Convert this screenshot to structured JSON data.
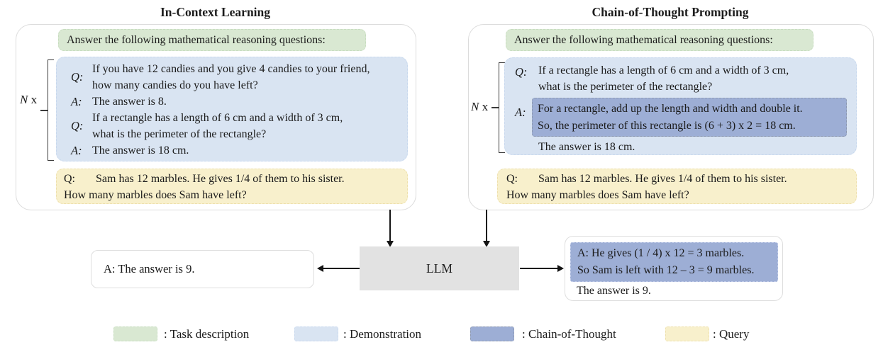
{
  "header": {
    "left_title": "In-Context Learning",
    "right_title": "Chain-of-Thought Prompting"
  },
  "colors": {
    "task_description": "#d9e8d2",
    "demonstration": "#d9e4f2",
    "chain_of_thought": "#9daed5",
    "query": "#f8f0cc",
    "llm_box": "#e2e2e2"
  },
  "left_panel": {
    "task_description": "Answer the following mathematical reasoning questions:",
    "repeat_label_n": "N",
    "repeat_label_x": "x",
    "demonstration": [
      {
        "label": "Q:",
        "line1": "If you have 12 candies and you give 4 candies to your friend,",
        "line2": "how many candies do you have left?"
      },
      {
        "label": "A:",
        "line1": "The answer is 8."
      },
      {
        "label": "Q:",
        "line1": "If a rectangle has a length of 6 cm and a width of 3 cm,",
        "line2": "what is the perimeter of the rectangle?"
      },
      {
        "label": "A:",
        "line1": "The answer is 18 cm."
      }
    ],
    "query": {
      "label": "Q:",
      "line1": "Sam has 12 marbles. He gives 1/4 of them to his sister.",
      "line2": "How many marbles does Sam have left?"
    }
  },
  "right_panel": {
    "task_description": "Answer the following mathematical reasoning questions:",
    "repeat_label_n": "N",
    "repeat_label_x": "x",
    "demonstration": {
      "q_label": "Q:",
      "q_line1": "If a rectangle has a length of 6 cm and a width of 3 cm,",
      "q_line2": "what is the perimeter of the rectangle?",
      "a_label": "A:",
      "cot_line1": "For a rectangle, add up the length and width and double it.",
      "cot_line2": "So, the perimeter of this rectangle is (6 + 3) x 2 = 18 cm.",
      "answer": "The answer is 18 cm."
    },
    "query": {
      "label": "Q:",
      "line1": "Sam has 12 marbles. He gives 1/4 of them to his sister.",
      "line2": "How many marbles does Sam have left?"
    }
  },
  "llm": {
    "label": "LLM"
  },
  "outputs": {
    "icl": {
      "text": "A: The answer is 9."
    },
    "cot": {
      "cot_line1": "A: He gives (1 / 4) x 12 = 3 marbles.",
      "cot_line2": "So Sam is left with 12 – 3 = 9 marbles.",
      "answer": "The answer is 9."
    }
  },
  "legend": {
    "items": [
      {
        "label": ": Task description",
        "color": "#d9e8d2"
      },
      {
        "label": ": Demonstration",
        "color": "#d9e4f2"
      },
      {
        "label": ": Chain-of-Thought",
        "color": "#9daed5"
      },
      {
        "label": ": Query",
        "color": "#f8f0cc"
      }
    ]
  }
}
